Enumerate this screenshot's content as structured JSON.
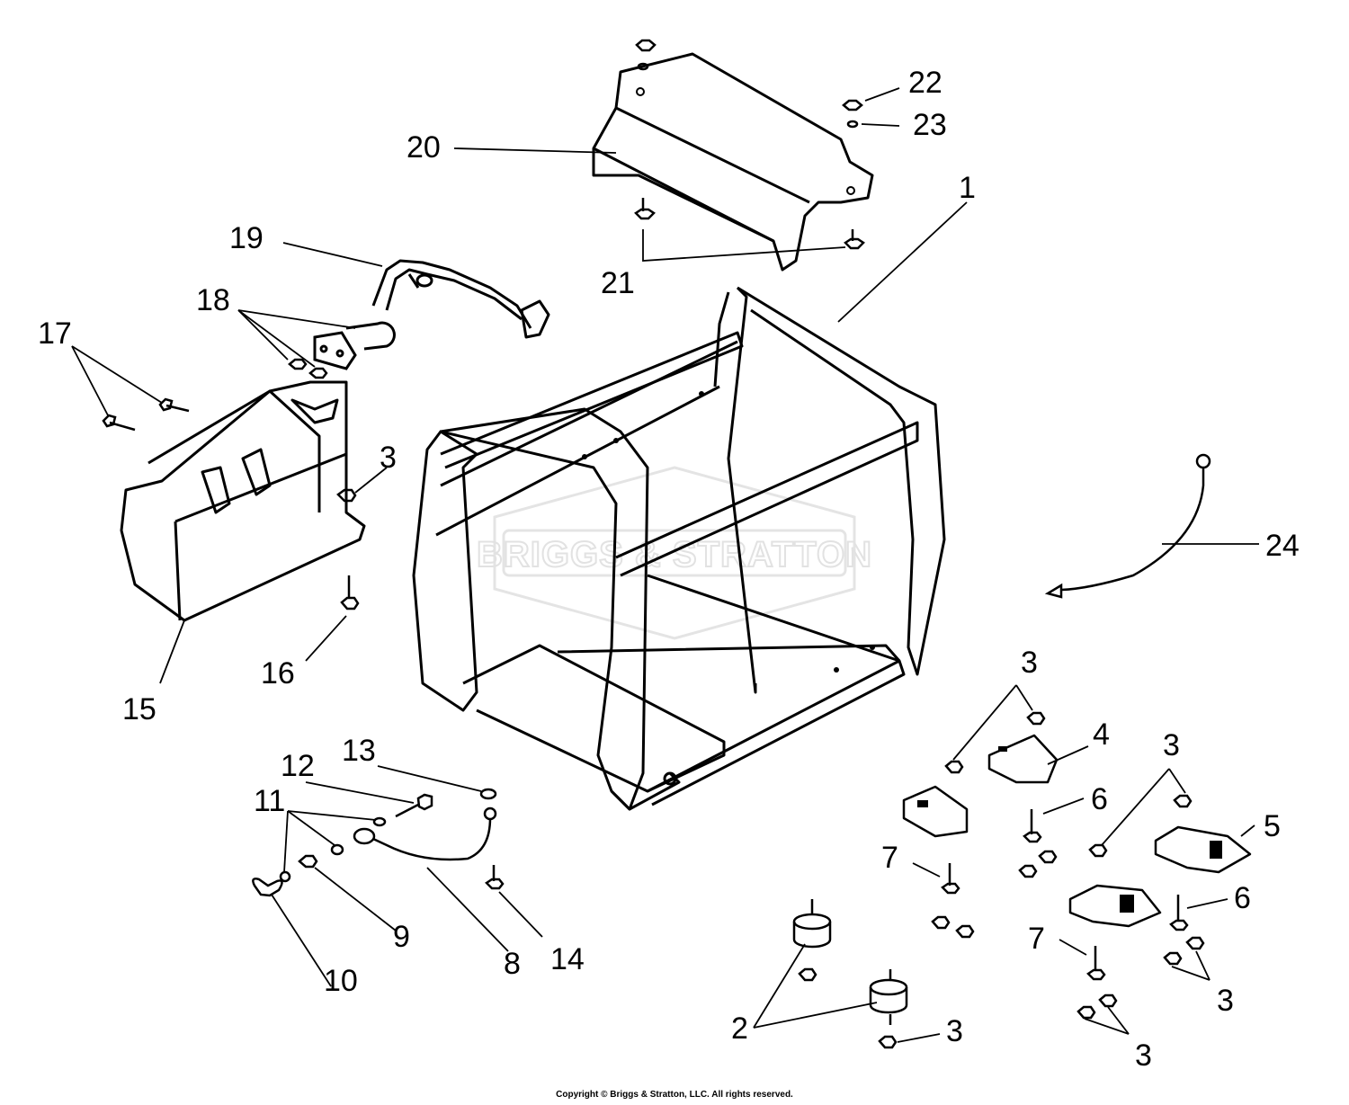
{
  "watermark": {
    "brand": "BRIGGS & STRATTON"
  },
  "copyright": "Copyright © Briggs & Stratton, LLC. All rights reserved.",
  "callouts": [
    {
      "key": "c1",
      "label": "1"
    },
    {
      "key": "c2",
      "label": "2"
    },
    {
      "key": "c3a",
      "label": "3"
    },
    {
      "key": "c3b",
      "label": "3"
    },
    {
      "key": "c3c",
      "label": "3"
    },
    {
      "key": "c3d",
      "label": "3"
    },
    {
      "key": "c3e",
      "label": "3"
    },
    {
      "key": "c3f",
      "label": "3"
    },
    {
      "key": "c4",
      "label": "4"
    },
    {
      "key": "c5",
      "label": "5"
    },
    {
      "key": "c6a",
      "label": "6"
    },
    {
      "key": "c6b",
      "label": "6"
    },
    {
      "key": "c7a",
      "label": "7"
    },
    {
      "key": "c7b",
      "label": "7"
    },
    {
      "key": "c8",
      "label": "8"
    },
    {
      "key": "c9",
      "label": "9"
    },
    {
      "key": "c10",
      "label": "10"
    },
    {
      "key": "c11",
      "label": "11"
    },
    {
      "key": "c12",
      "label": "12"
    },
    {
      "key": "c13",
      "label": "13"
    },
    {
      "key": "c14",
      "label": "14"
    },
    {
      "key": "c15",
      "label": "15"
    },
    {
      "key": "c16",
      "label": "16"
    },
    {
      "key": "c17",
      "label": "17"
    },
    {
      "key": "c18",
      "label": "18"
    },
    {
      "key": "c19",
      "label": "19"
    },
    {
      "key": "c20",
      "label": "20"
    },
    {
      "key": "c21",
      "label": "21"
    },
    {
      "key": "c22",
      "label": "22"
    },
    {
      "key": "c23",
      "label": "23"
    },
    {
      "key": "c24",
      "label": "24"
    }
  ]
}
